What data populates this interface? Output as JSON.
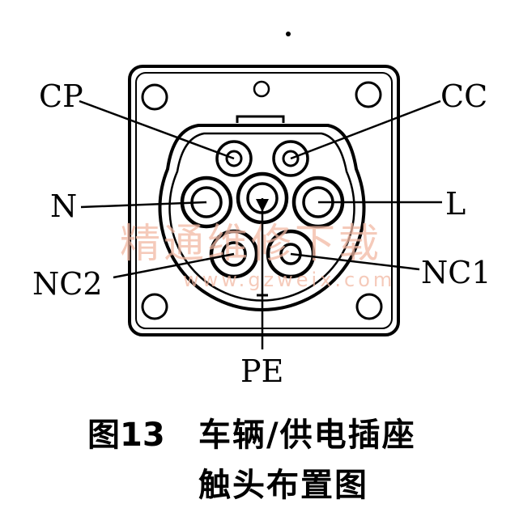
{
  "labels": {
    "cp": "CP",
    "cc": "CC",
    "n": "N",
    "l": "L",
    "nc2": "NC2",
    "nc1": "NC1",
    "pe": "PE"
  },
  "watermark": {
    "cn": "精通维修下载",
    "url": "www.gzweix.com"
  },
  "caption": {
    "number": "图13",
    "line1": "车辆/供电插座",
    "line2": "触头布置图"
  }
}
